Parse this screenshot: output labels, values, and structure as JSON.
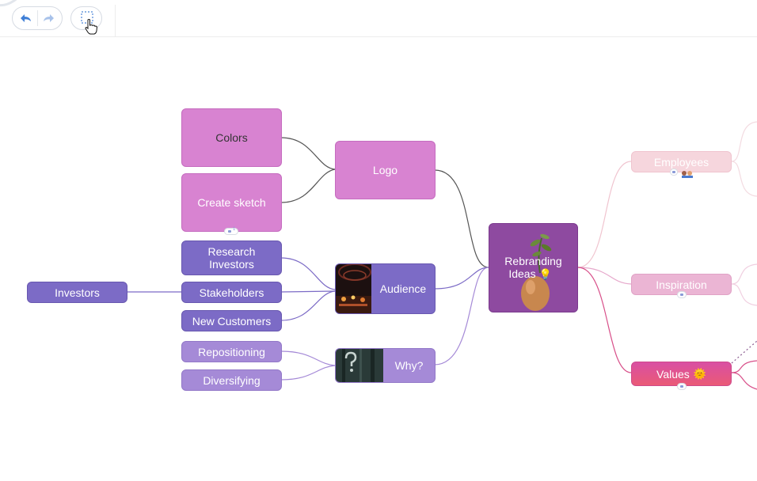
{
  "toolbar": {
    "undo_icon": "undo-arrow-icon",
    "redo_icon": "redo-arrow-icon",
    "select_icon": "marquee-select-icon",
    "cursor_icon": "hand-pointer-icon"
  },
  "colors": {
    "pink": "#d883d1",
    "purple": "#7c6bc6",
    "lilac": "#a58ad7",
    "center": "#8e4aa0",
    "values": "#e4528a",
    "employees": "#f6d6dd",
    "inspiration": "#ebb5d4"
  },
  "nodes": {
    "colors": "Colors",
    "create_sketch": "Create sketch",
    "logo": "Logo",
    "research_investors": "Research Investors",
    "stakeholders": "Stakeholders",
    "new_customers": "New Customers",
    "investors": "Investors",
    "audience": "Audience",
    "repositioning": "Repositioning",
    "diversifying": "Diversifying",
    "why": "Why?",
    "center_line1": "Rebranding",
    "center_line2": "Ideas",
    "employees": "Employees",
    "inspiration": "Inspiration",
    "values": "Values"
  },
  "emoji": {
    "lightbulb": "💡",
    "sun": "🌞"
  },
  "badges": {
    "create_sketch_count": "1"
  }
}
